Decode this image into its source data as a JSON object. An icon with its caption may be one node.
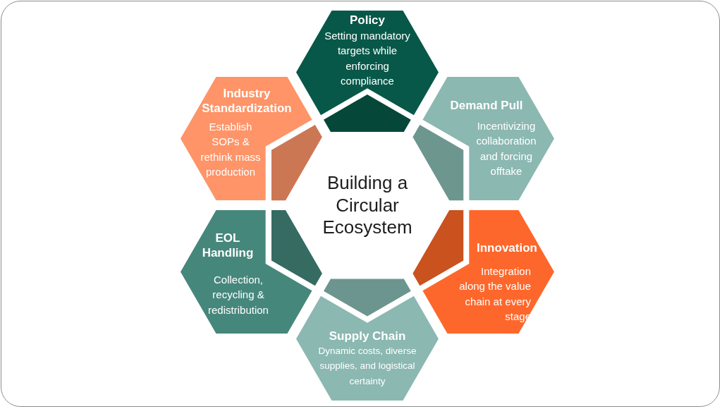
{
  "diagram": {
    "title": "Building a Circular Ecosystem",
    "nodes": [
      {
        "text": [
          "Policy",
          "Setting mandatory targets while enforcing compliance"
        ]
      },
      {
        "text": [
          "Industry Standardization",
          "Establish SOPs & rethink mass production"
        ]
      },
      {
        "text": [
          "Demand Pull",
          "Incentivizing collaboration and forcing offtake"
        ]
      },
      {
        "text": [
          "EOL Handling",
          "Collection, recycling & redistribution"
        ]
      },
      {
        "text": [
          "Innovation",
          "Integration along the value chain at every stage"
        ]
      },
      {
        "text": [
          "Supply Chain",
          "Dynamic costs, diverse supplies, and logistical certainty"
        ]
      },
      {
        "text": [],
        "shape": "polygon",
        "in": 0
      },
      {
        "text": [],
        "shape": "polygon",
        "in": 1
      },
      {
        "text": [],
        "shape": "polygon",
        "in": 2
      },
      {
        "text": [],
        "shape": "polygon",
        "in": 3
      },
      {
        "text": [],
        "shape": "polygon",
        "in": 4
      },
      {
        "text": [],
        "shape": "polygon",
        "in": 5
      }
    ]
  }
}
